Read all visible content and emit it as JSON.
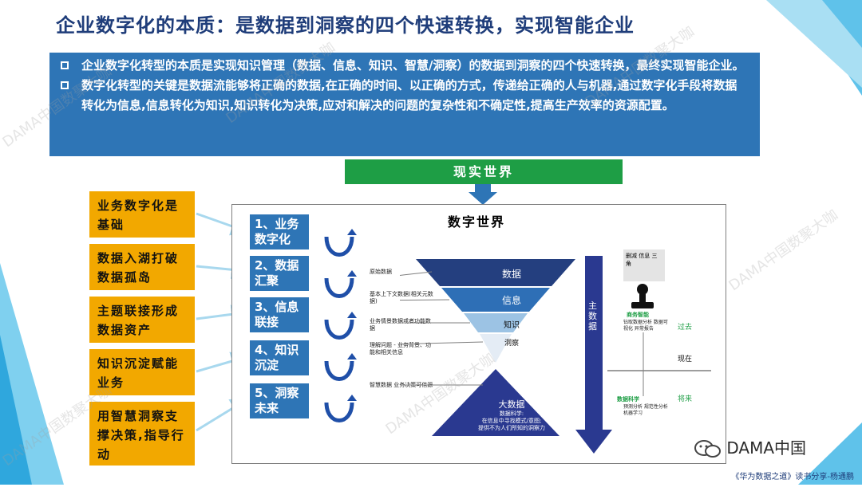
{
  "title": "企业数字化的本质：是数据到洞察的四个快速转换，实现智能企业",
  "bullets": [
    "企业数字化转型的本质是实现知识管理（数据、信息、知识、智慧/洞察）的数据到洞察的四个快速转换，最终实现智能企业。",
    "数字化转型的关键是数据流能够将正确的数据,在正确的时间、以正确的方式，传递给正确的人与机器,通过数字化手段将数据转化为信息,信息转化为知识,知识转化为决策,应对和解决的问题的复杂性和不确定性,提高生产效率的资源配置。"
  ],
  "real_world": "现实世界",
  "left_items": [
    "业务数字化是基础",
    "数据入湖打破数据孤岛",
    "主题联接形成数据资产",
    "知识沉淀赋能业务",
    "用智慧洞察支撑决策,指导行动"
  ],
  "figure": {
    "title": "数字世界",
    "stages": [
      "1、业务数字化",
      "2、数据汇聚",
      "3、信息联接",
      "4、知识沉淀",
      "5、洞察未来"
    ],
    "pyramid": [
      "数据",
      "信息",
      "知识",
      "洞察"
    ],
    "left_labels": [
      "原始数据",
      "基本上下文数据(相关元数据)",
      "业务情景数据或者功能数据",
      "理解问题 - 业务背景、功能和相关信息",
      "智慧数据 业务决策可信源"
    ],
    "big_data": [
      "大数据",
      "数据科学:",
      "在信息中寻找模式/意图;",
      "提供不为人们所知的洞察力"
    ],
    "main_data": "主数据",
    "right_box": "删减 信息 三角",
    "bi_label": "商务智能",
    "bi_desc": "钻取数据分析 数据可视化 异常报告",
    "ds_label": "数据科学",
    "ds_desc": "预测分析 规范性分析 机器学习",
    "time_labels": [
      "过去",
      "现在",
      "将来"
    ]
  },
  "logo": "DAMA中国",
  "footer": "《华为数据之道》读书分享-杨通鹏",
  "watermark": "DAMA中国数聚大咖",
  "colors": {
    "title": "#1f3d7a",
    "bullet_bg": "#2e75b6",
    "green": "#1e9e45",
    "orange": "#f2a800",
    "navy": "#2a3990"
  }
}
